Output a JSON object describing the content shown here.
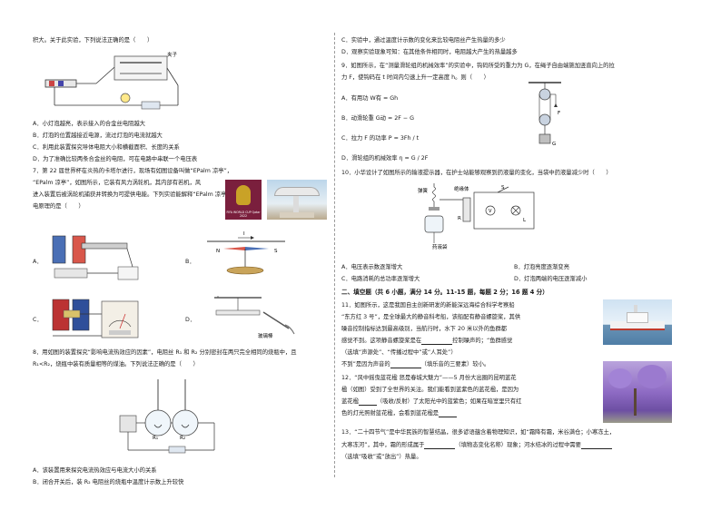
{
  "left": {
    "q6_tail": "积大。关于此实验，下列说法正确的是（　　）",
    "q6_options": {
      "A": "A．小灯泡越亮，表示接入的合金丝电阻越大",
      "B": "B．灯泡的位置越接近电源，流过灯泡的电流就越大",
      "C": "C．利用此装置探究导体电阻大小和横截面积、长度的关系",
      "D": "D．为了准确比较两条合金丝的电阻，可在电路中串联一个电压表"
    },
    "q6_fig_label": "夹子",
    "q7_lines": [
      "7．第 22 届世界杯在炎热的卡塔尔进行，现场有如图设备叫做“EPalm 凉亭”，",
      "“EPalm 凉亭”，如图所示，它装有风力涡轮机，其内部有若机，风",
      "进入装置后被涡轮机捕获并转换为可提供电能。下列实验能解释“EPalm 凉亭”发",
      "电原理的是（　　）"
    ],
    "q7_photo1_text": "FIFA WORLD CUP Qatar 2022",
    "q7_options": {
      "A": "A．",
      "B": "B．",
      "C": "C．",
      "D": "D．"
    },
    "q7_fig_labels": {
      "b_I": "I",
      "b_N": "N",
      "b_S": "S",
      "d_label": "玻璃棒"
    },
    "q8_lines": [
      "8．用如图的装置探究“影响电流热效应的因素”，电阻丝 R₁ 和 R₂ 分别密封在两只完全相同的烧瓶中，且",
      "R₁<R₂，烧瓶中装有质量相等的煤油。下列说法正确的是（　　）"
    ],
    "q8_fig_labels": {
      "R1": "R₁",
      "R2": "R₂"
    },
    "q8_options": {
      "A": "A．该装置用来探究电流热效应与电流大小的关系",
      "B": "B．闭合开关后，装 R₂ 电阻丝的烧瓶中温度计示数上升较快"
    }
  },
  "right": {
    "q8_options": {
      "C": "C．实验中，通过温度计示数的变化来比较电阻丝产生热量的多少",
      "D": "D．观察实验现象可知：在其他条件相同时，电阻越大产生的热量越多"
    },
    "q9_lines": [
      "9．如图所示，在“测量滑轮组的机械效率”的实验中，钩码所受的重力为 G，在绳子自由端施加竖直向上的拉",
      "力 F，使钩码在 t 时间内匀速上升一定高度 h。则（　　）"
    ],
    "q9_options": {
      "A": "A．有用功 W有 = Gh",
      "B": "B．动滑轮重 G动 = 2F − G",
      "C": "C．拉力 F 的功率 P = 3Fh / t",
      "D": "D．滑轮组的机械效率 η = G / 2F"
    },
    "q9_fig_labels": {
      "F": "F",
      "G": "G"
    },
    "q10_line": "10．小华设计了如图所示的输液提示器，在护士站能够观察到药液量的变化，当袋中药液量减少时（　　）",
    "q10_fig_labels": {
      "spring": "弹簧",
      "insulator": "绝缘体",
      "bag": "药液袋",
      "R": "R",
      "S": "S",
      "L": "L",
      "V": "V"
    },
    "q10_options": {
      "A": "A．电压表示数逐渐增大",
      "B": "B．灯泡亮度逐渐变亮",
      "C": "C．电路消耗的总功率逐渐增大",
      "D": "D．灯泡两端的电压逐渐减小"
    },
    "section2_title": "二、填空题（共 6 小题，满分 14 分。11-15 题，每题 2 分；16 题 4 分）",
    "q11_lines": [
      "11．如图所示，这是我国自主创新研发的新能深远海综合科学考察船",
      "“东方红 3 号”，是全球最大的静音科考船，该船配有静音螺旋桨，其供",
      "噪音控制指标达到最高级别，当航行时，水下 20 米以外的鱼群都",
      "感觉不到。这项静音螺旋桨是在",
      "（选填“声源处”、“传播过程中”或“人耳处”）",
      "（填乐音的三要素）较小。"
    ],
    "q11_line3_prefix": "感觉不到。这项静音螺旋桨是在",
    "q11_line3_suffix": "控制噪声的；“鱼群感觉",
    "q11_line4_prefix": "不到”是因为声音的",
    "q11_line4_suffix": "（填乐音的三要素）较小。",
    "q12_lines": [
      "12．“风中摇曳蓝花楹 怒是春城大魅力”——5 月份大出圈的昆明蓝花",
      "楹（如图）受到了全世界的关注。我们能看到蓝紫色的蓝花楹，是因为",
      "蓝花楹"
    ],
    "q12_line3_prefix": "蓝花楹",
    "q12_line3_suffix": "（吸收/反射）了太阳光中的蓝紫色；如果在暗室里只有红",
    "q12_line4_prefix": "色的灯光照射蓝花楹，会看到蓝花楹是",
    "q13_line1": "13．“二十四节气”是中华民族的智慧结晶，很多谚语蕴含着物理知识，如“霜降有霜，米谷满仓；小寒冻土，",
    "q13_line2_prefix": "大寒冻河”，其中，霜的形成属于",
    "q13_line2_mid": "（填物态变化名称）现象；河水结冰的过程中需要",
    "q13_line3": "（选填“吸收”或“放出”）热量。"
  },
  "colors": {
    "text": "#1a1a1a",
    "divider": "#9a9a9a",
    "ship_hull": "#f2f2f2",
    "ship_red": "#c0392b",
    "jacaranda": "#8e6bc4",
    "worldcup_bg": "#7a1f3d"
  }
}
